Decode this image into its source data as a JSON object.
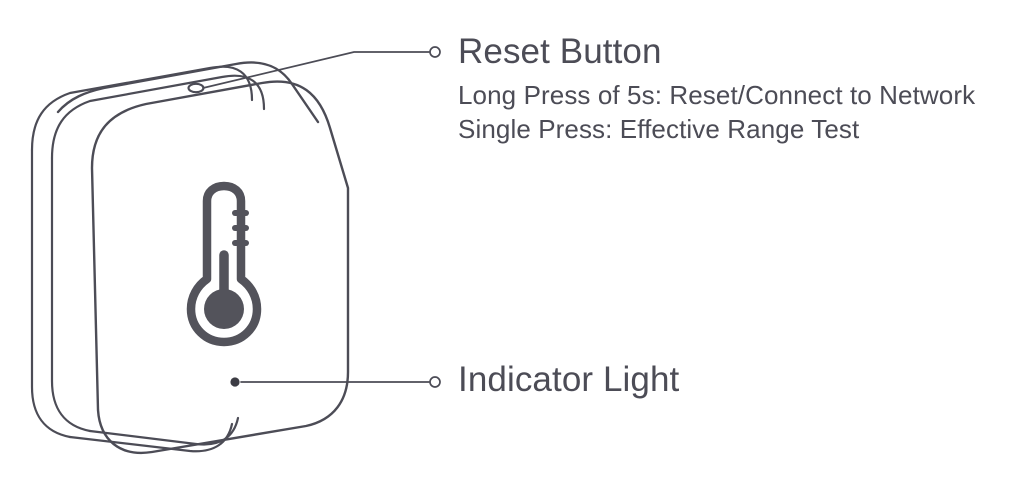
{
  "diagram": {
    "type": "product-callout-diagram",
    "subject": "temperature and humidity sensor",
    "background_color": "#ffffff",
    "line_color": "#4c4c56",
    "text_color": "#4c4c56",
    "icon_color": "#53535b"
  },
  "callouts": [
    {
      "id": "reset-button",
      "title": "Reset Button",
      "lines": [
        "Long Press of 5s: Reset/Connect to Network",
        "Single Press: Effective Range Test"
      ],
      "marker": "open-circle",
      "target": "reset-hole-top-edge"
    },
    {
      "id": "indicator-light",
      "title": "Indicator Light",
      "lines": [],
      "marker": "open-circle",
      "target": "led-dot-front-face"
    }
  ],
  "device": {
    "face_icon": "thermometer-icon",
    "features": [
      {
        "name": "reset-hole",
        "shape": "small-ellipse",
        "location": "top-edge"
      },
      {
        "name": "indicator-led",
        "shape": "filled-dot",
        "location": "front-face-lower-center"
      }
    ]
  }
}
